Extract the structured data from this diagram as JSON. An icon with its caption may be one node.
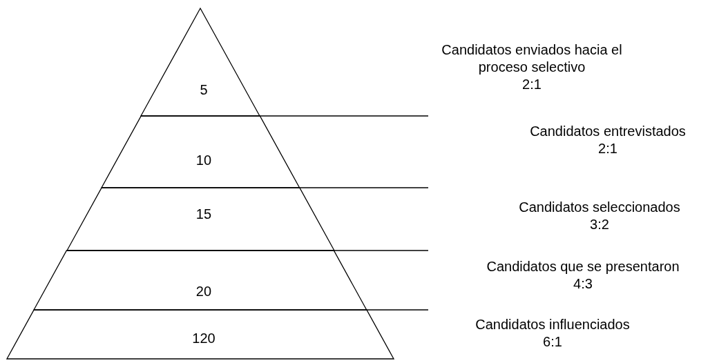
{
  "diagram": {
    "nodes": [
      {
        "text": [
          "5"
        ],
        "beside": [
          "Candidatos enviados hacia el proceso selectivo",
          "2:1"
        ]
      },
      {
        "text": [
          "10"
        ],
        "beside": [
          "Candidatos entrevistados",
          "2:1"
        ]
      },
      {
        "text": [
          "15"
        ],
        "beside": [
          "Candidatos seleccionados",
          "3:2"
        ]
      },
      {
        "text": [
          "20"
        ],
        "beside": [
          "Candidatos que se presentaron",
          "4:3"
        ]
      },
      {
        "text": [
          "120"
        ],
        "beside": [
          "Candidatos influenciados",
          "6:1"
        ]
      }
    ],
    "edges": []
  }
}
